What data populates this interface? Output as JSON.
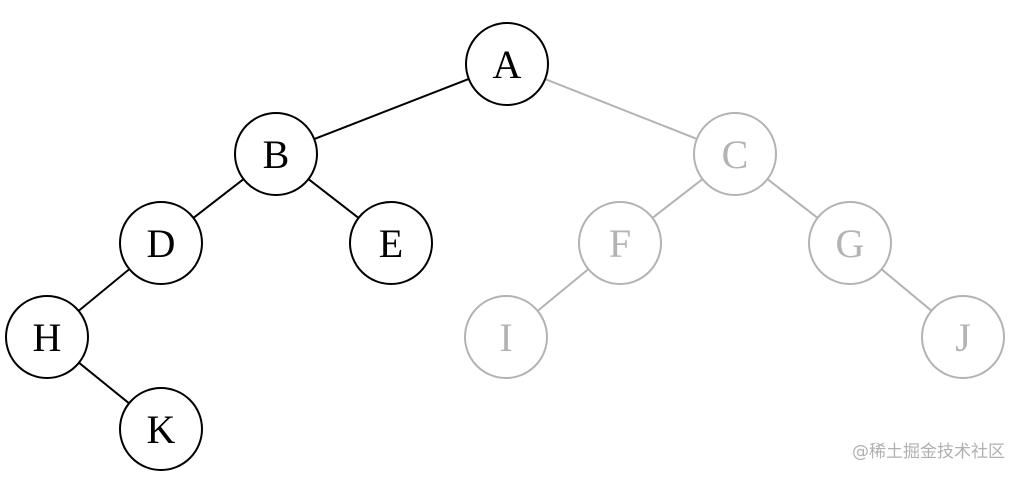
{
  "colors": {
    "active": "#000000",
    "inactive": "#b3b3b3",
    "background": "#ffffff"
  },
  "tree": {
    "nodes": [
      {
        "id": "A",
        "label": "A",
        "state": "active"
      },
      {
        "id": "B",
        "label": "B",
        "state": "active"
      },
      {
        "id": "C",
        "label": "C",
        "state": "inactive"
      },
      {
        "id": "D",
        "label": "D",
        "state": "active"
      },
      {
        "id": "E",
        "label": "E",
        "state": "active"
      },
      {
        "id": "F",
        "label": "F",
        "state": "inactive"
      },
      {
        "id": "G",
        "label": "G",
        "state": "inactive"
      },
      {
        "id": "H",
        "label": "H",
        "state": "active"
      },
      {
        "id": "I",
        "label": "I",
        "state": "inactive"
      },
      {
        "id": "J",
        "label": "J",
        "state": "inactive"
      },
      {
        "id": "K",
        "label": "K",
        "state": "active"
      }
    ],
    "edges": [
      {
        "from": "A",
        "to": "B",
        "state": "active"
      },
      {
        "from": "A",
        "to": "C",
        "state": "inactive"
      },
      {
        "from": "B",
        "to": "D",
        "state": "active"
      },
      {
        "from": "B",
        "to": "E",
        "state": "active"
      },
      {
        "from": "C",
        "to": "F",
        "state": "inactive"
      },
      {
        "from": "C",
        "to": "G",
        "state": "inactive"
      },
      {
        "from": "D",
        "to": "H",
        "state": "active"
      },
      {
        "from": "H",
        "to": "K",
        "state": "active"
      },
      {
        "from": "F",
        "to": "I",
        "state": "inactive"
      },
      {
        "from": "G",
        "to": "J",
        "state": "inactive"
      }
    ]
  },
  "watermark": {
    "text": "@稀土掘金技术社区"
  }
}
